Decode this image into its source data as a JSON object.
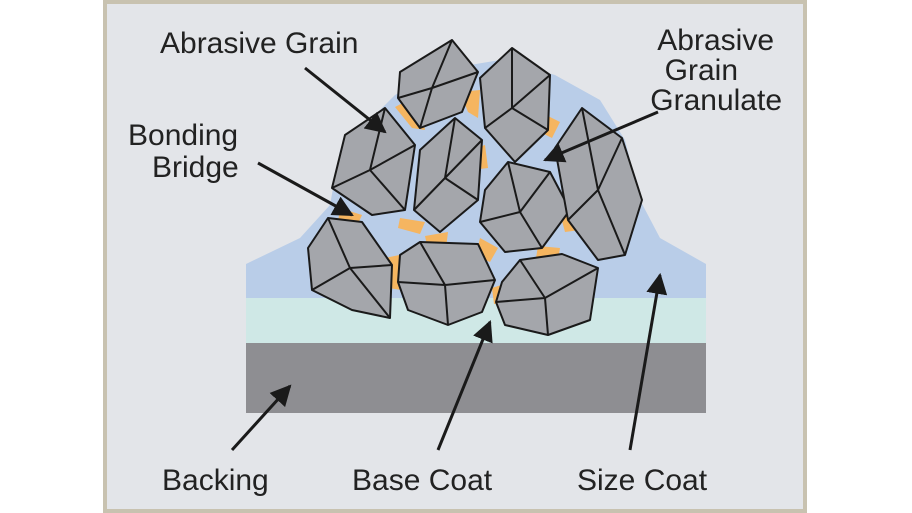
{
  "labels": {
    "abrasive_grain": "Abrasive Grain",
    "granulate_line1": "Abrasive",
    "granulate_line2": "Grain",
    "granulate_line3": "Granulate",
    "bonding_line1": "Bonding",
    "bonding_line2": "Bridge",
    "backing": "Backing",
    "base_coat": "Base Coat",
    "size_coat": "Size Coat"
  },
  "colors": {
    "frame_border": "#c8c2b0",
    "panel_bg": "#e3e5e9",
    "size_coat": "#b9cde8",
    "base_coat": "#cfe8e6",
    "backing": "#8e8e92",
    "grain_fill": "#a4a6ab",
    "grain_edge": "#1a1a1a",
    "bonding_bridge": "#f5b560"
  },
  "icons": {
    "arrow": "arrow-icon"
  }
}
